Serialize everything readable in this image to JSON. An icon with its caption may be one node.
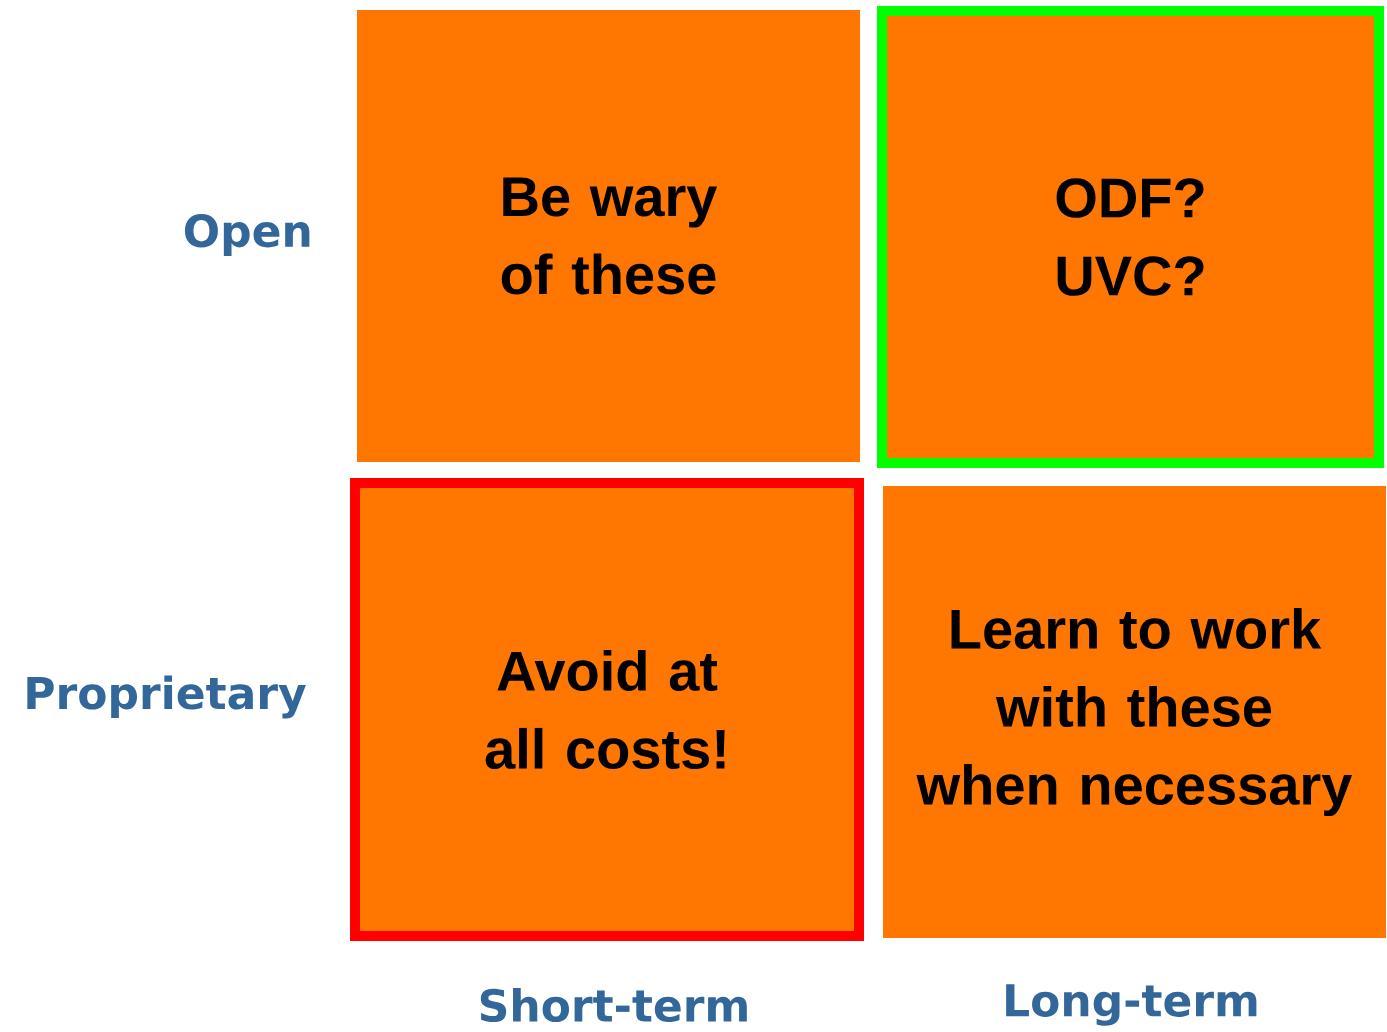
{
  "diagram": {
    "nodes": [
      {
        "text": [
          "Be wary of these"
        ]
      },
      {
        "text": [
          "ODF? UVC?"
        ]
      },
      {
        "text": [
          "Avoid at all costs!"
        ]
      },
      {
        "text": [
          "Learn to work with these when necessary"
        ]
      }
    ],
    "labels": [
      "Open",
      "Proprietary",
      "Short-term",
      "Long-term"
    ]
  }
}
